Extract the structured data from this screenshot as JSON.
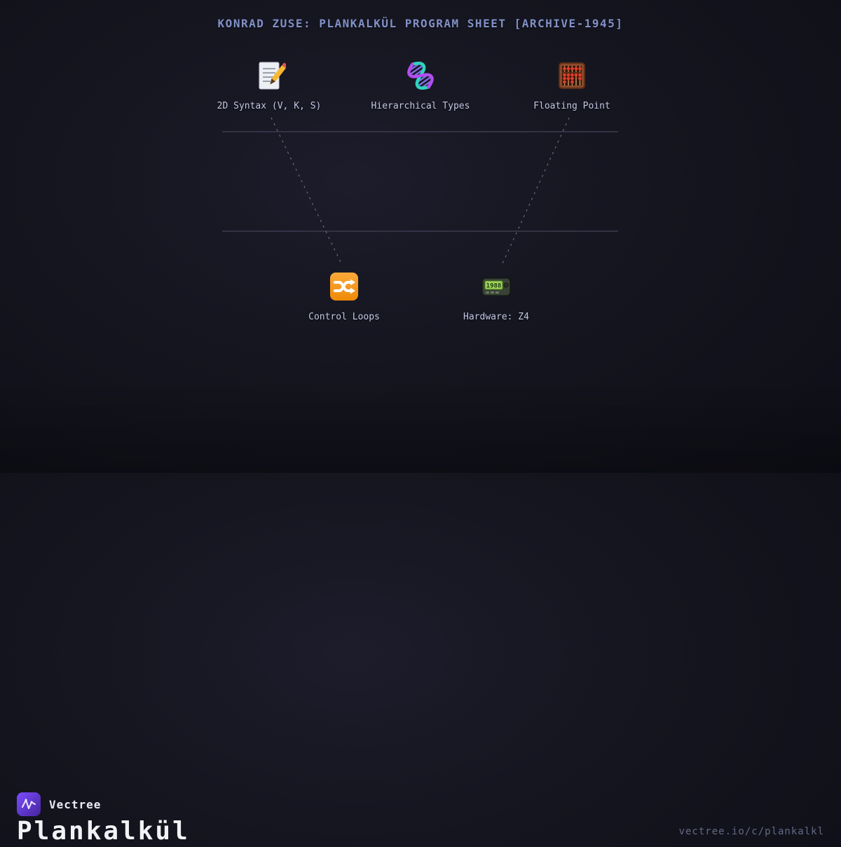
{
  "header": {
    "title": "KONRAD ZUSE: PLANKALKÜL PROGRAM SHEET [ARCHIVE-1945]"
  },
  "nodes": {
    "top": [
      {
        "label": "2D Syntax (V, K, S)",
        "icon": "memo-icon"
      },
      {
        "label": "Hierarchical Types",
        "icon": "dna-icon"
      },
      {
        "label": "Floating Point",
        "icon": "abacus-icon"
      }
    ],
    "bottom": [
      {
        "label": "Control Loops",
        "icon": "shuffle-icon"
      },
      {
        "label": "Hardware: Z4",
        "icon": "pager-icon",
        "icon_text": "1988"
      }
    ]
  },
  "footer": {
    "brand": "Vectree",
    "title": "Plankalkül",
    "url": "vectree.io/c/plankalkl"
  },
  "colors": {
    "background": "#15151f",
    "title": "#8191c7",
    "label": "#c3c8e4",
    "rule": "#4b4f63",
    "connector": "#757a8c",
    "brand_purple": "#6d45e8",
    "footer_url": "#636a85"
  }
}
